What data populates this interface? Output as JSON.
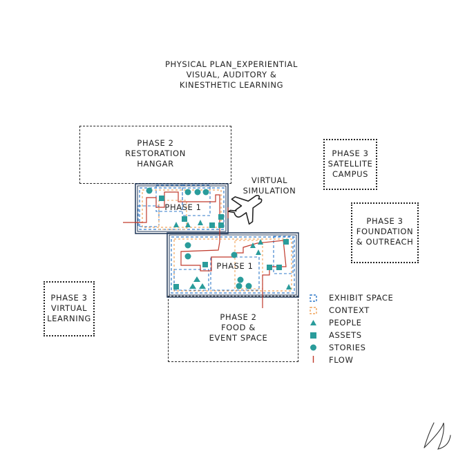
{
  "title": {
    "line1": "PHYSICAL PLAN_EXPERIENTIAL",
    "line2": "VISUAL, AUDITORY &",
    "line3": "KINESTHETIC LEARNING"
  },
  "zones": {
    "restoration": [
      "PHASE 2",
      "RESTORATION",
      "HANGAR"
    ],
    "satellite": [
      "PHASE 3",
      "SATELLITE",
      "CAMPUS"
    ],
    "foundation": [
      "PHASE 3",
      "FOUNDATION",
      "& OUTREACH"
    ],
    "virtual_learning": [
      "PHASE 3",
      "VIRTUAL",
      "LEARNING"
    ],
    "food_event": [
      "PHASE 2",
      "FOOD &",
      "EVENT SPACE"
    ],
    "phase1_upper": "PHASE 1",
    "phase1_lower": "PHASE 1",
    "virtual_sim": [
      "VIRTUAL",
      "SIMULATION"
    ]
  },
  "legend": {
    "items": [
      {
        "label": "EXHIBIT SPACE",
        "icon": "dashed-square-blue"
      },
      {
        "label": "CONTEXT",
        "icon": "dashed-square-orange"
      },
      {
        "label": "PEOPLE",
        "icon": "teal-triangle"
      },
      {
        "label": "ASSETS",
        "icon": "teal-square"
      },
      {
        "label": "STORIES",
        "icon": "teal-circle"
      },
      {
        "label": "FLOW",
        "icon": "red-line"
      }
    ]
  },
  "colors": {
    "teal": "#2a9c9b",
    "blue": "#2f78c8",
    "orange": "#f0a35a",
    "red": "#c0392b",
    "ink": "#222222"
  }
}
